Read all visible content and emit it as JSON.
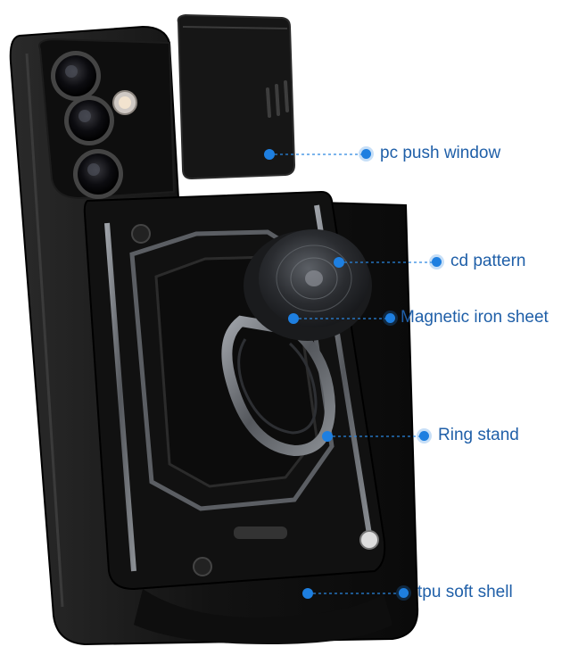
{
  "callouts": [
    {
      "id": "pc-push-window",
      "label": "pc push window"
    },
    {
      "id": "cd-pattern",
      "label": "cd pattern"
    },
    {
      "id": "magnetic-iron-sheet",
      "label": "Magnetic iron sheet"
    },
    {
      "id": "ring-stand",
      "label": "Ring stand"
    },
    {
      "id": "tpu-soft-shell",
      "label": "tpu soft shell"
    }
  ],
  "colors": {
    "accent": "#1e7fe0",
    "label_text": "#1f5fa8",
    "case_black": "#141414",
    "metal_gray": "#6b6e73"
  }
}
